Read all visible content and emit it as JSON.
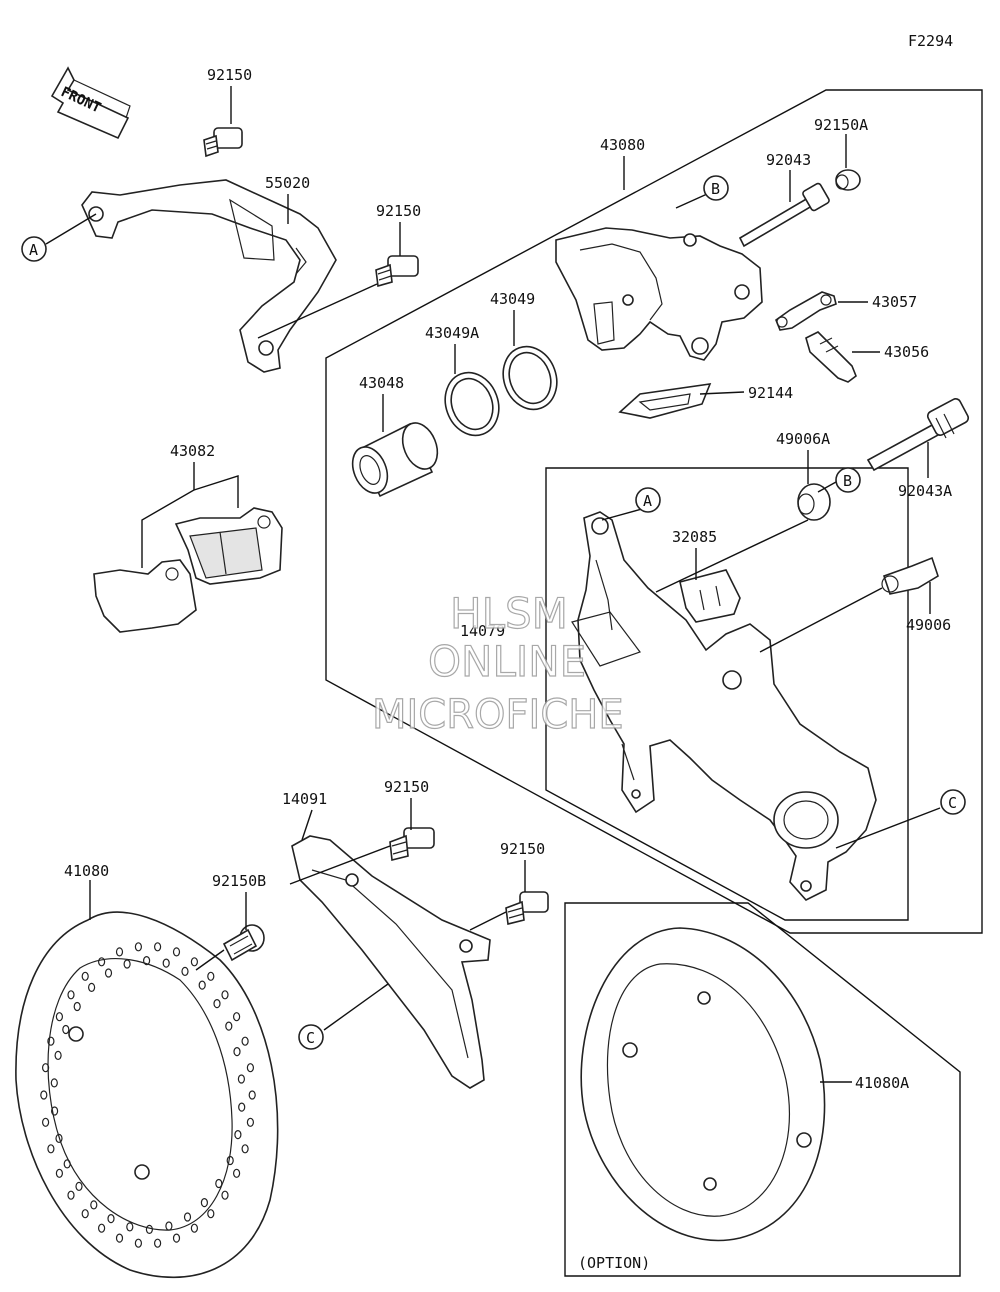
{
  "figure_id": "F2294",
  "front_label": "FRONT",
  "option_label": "(OPTION)",
  "watermark": {
    "line1": "HLSM",
    "line2": "ONLINE",
    "line3": "MICROFICHE"
  },
  "callouts": {
    "a": "A",
    "b": "B",
    "c": "C"
  },
  "parts": {
    "p92150_top": "92150",
    "p55020": "55020",
    "p92150_mid": "92150",
    "p43080": "43080",
    "p92150A": "92150A",
    "p92043": "92043",
    "p43057": "43057",
    "p43056": "43056",
    "p43049": "43049",
    "p43049A": "43049A",
    "p43048": "43048",
    "p92144": "92144",
    "p43082": "43082",
    "p49006A": "49006A",
    "p92043A": "92043A",
    "p32085": "32085",
    "p14079": "14079",
    "p49006": "49006",
    "p14091": "14091",
    "p92150_low1": "92150",
    "p92150_low2": "92150",
    "p41080": "41080",
    "p92150B": "92150B",
    "p41080A": "41080A"
  }
}
